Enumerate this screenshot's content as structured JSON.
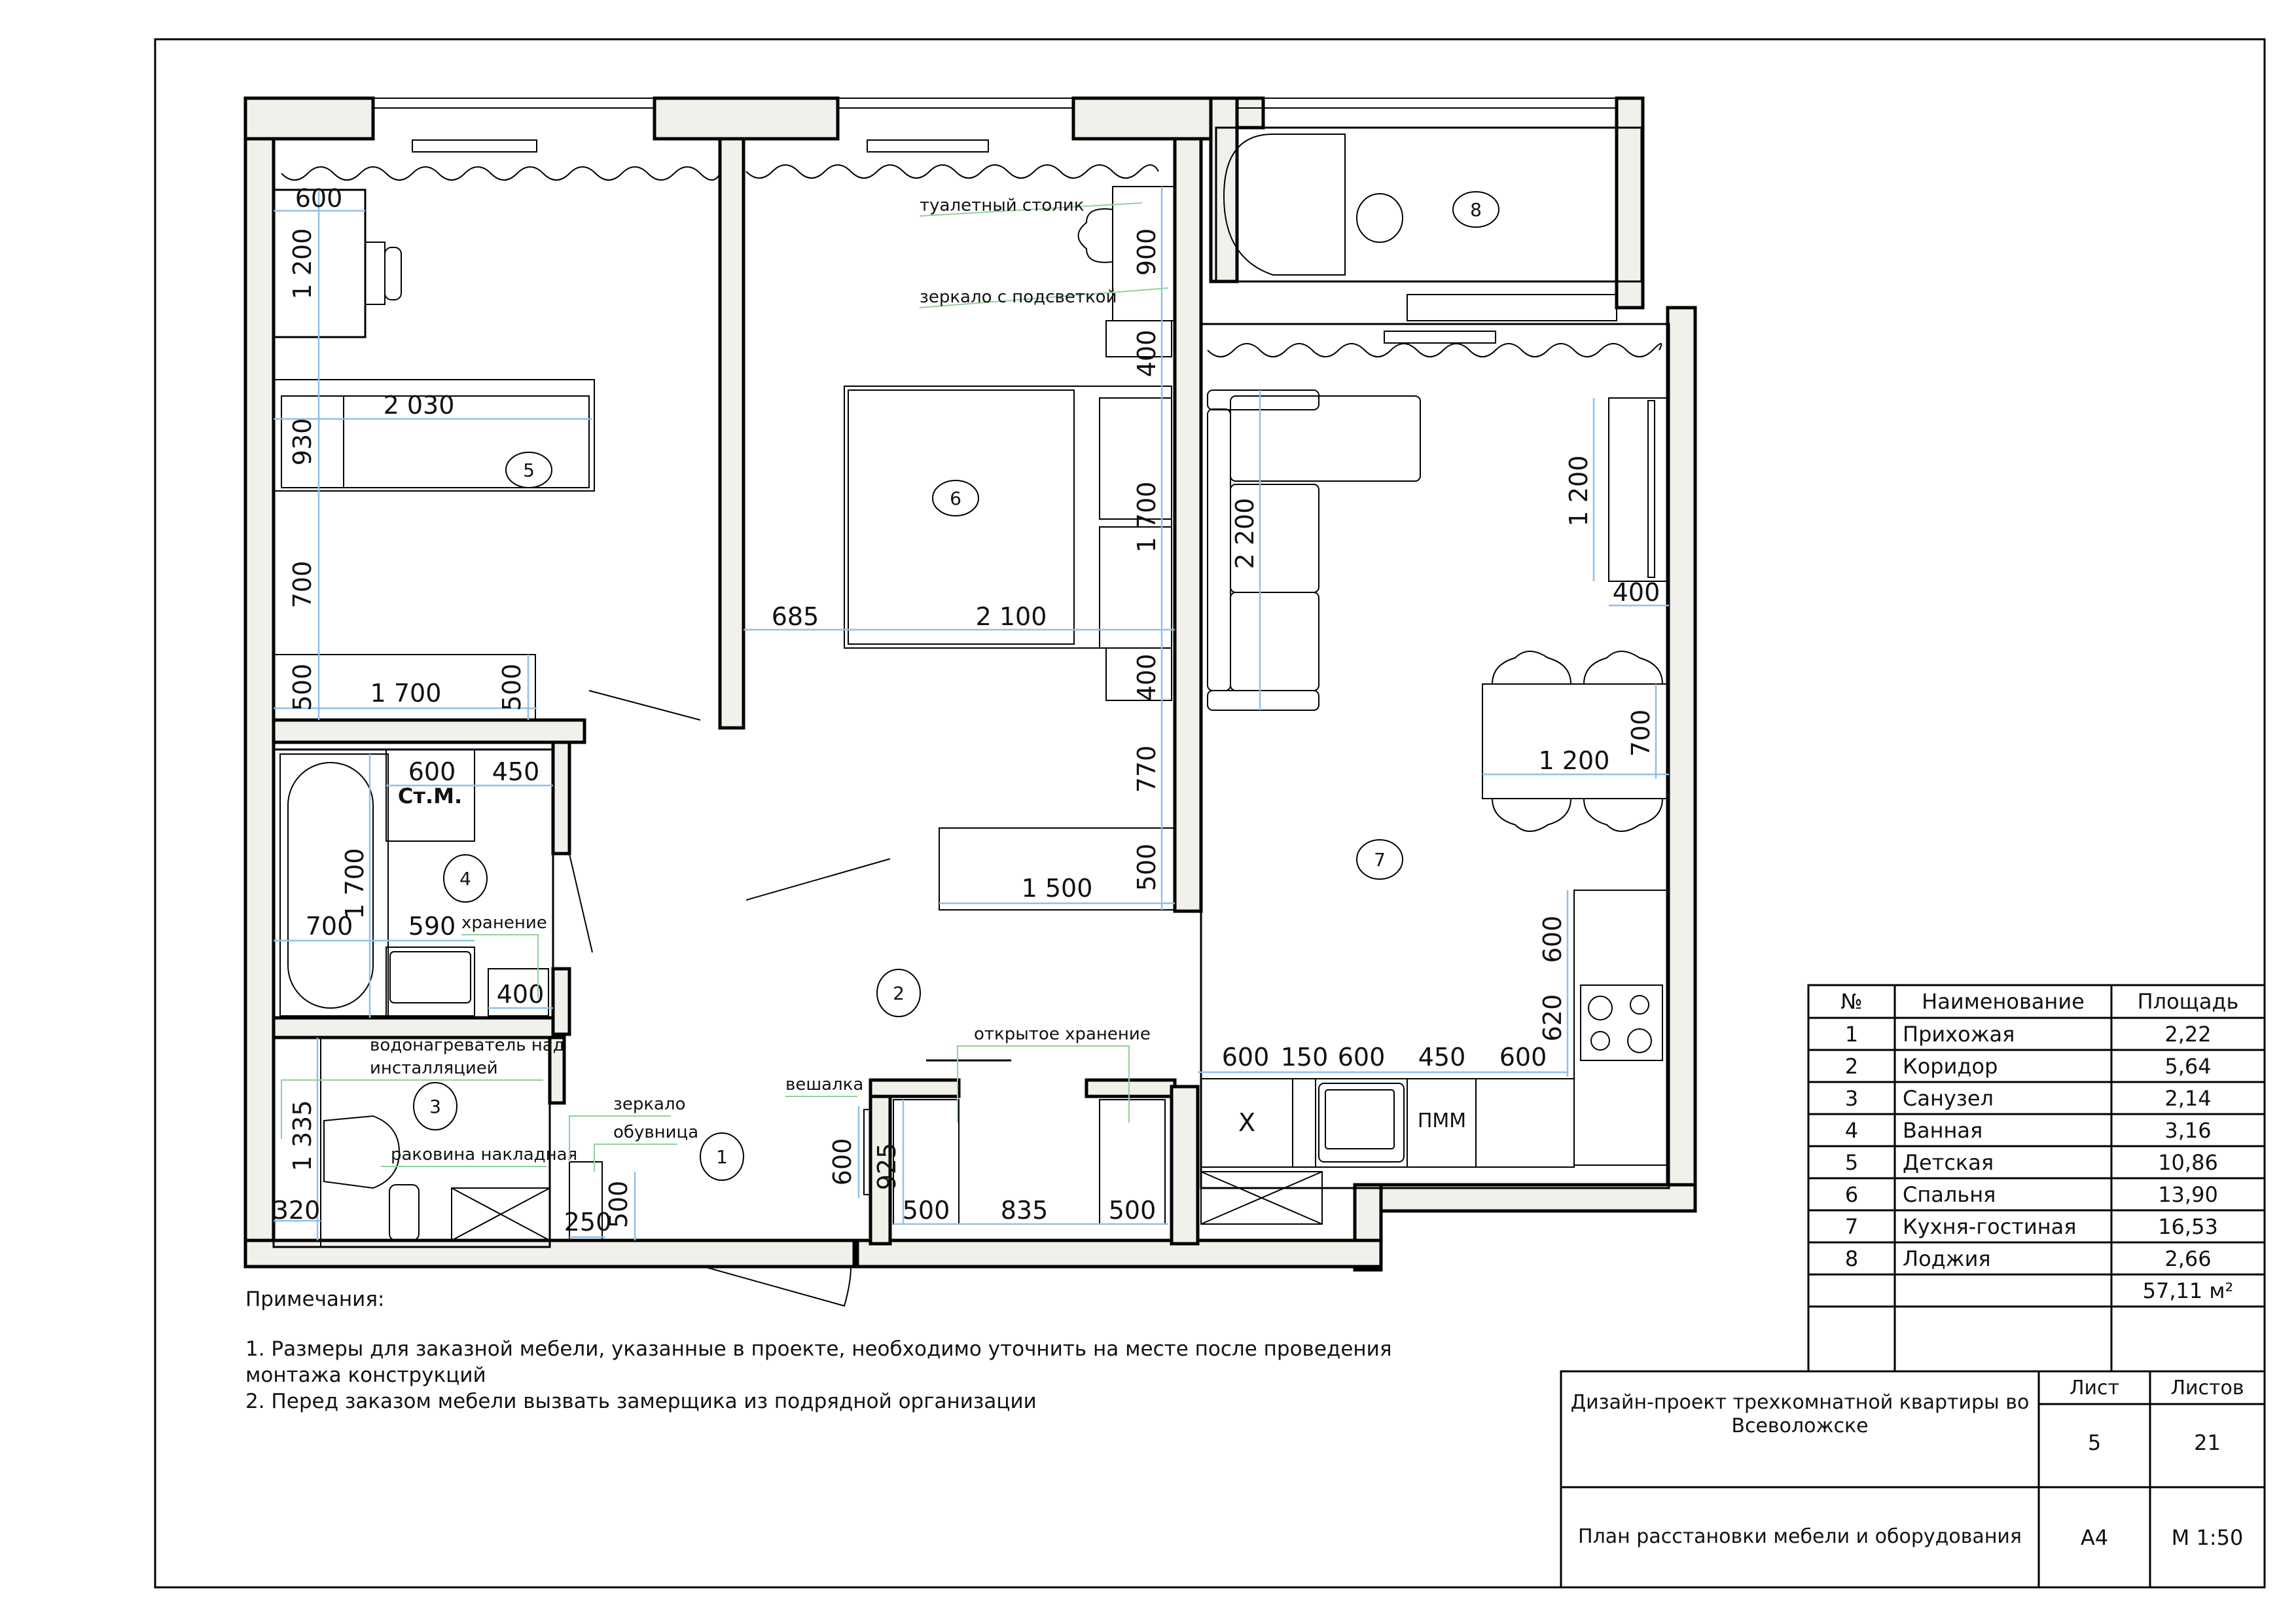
{
  "rooms": [
    {
      "no": "1",
      "name": "Прихожая",
      "area": "2,22"
    },
    {
      "no": "2",
      "name": "Коридор",
      "area": "5,64"
    },
    {
      "no": "3",
      "name": "Санузел",
      "area": "2,14"
    },
    {
      "no": "4",
      "name": "Ванная",
      "area": "3,16"
    },
    {
      "no": "5",
      "name": "Детская",
      "area": "10,86"
    },
    {
      "no": "6",
      "name": "Спальня",
      "area": "13,90"
    },
    {
      "no": "7",
      "name": "Кухня-гостиная",
      "area": "16,53"
    },
    {
      "no": "8",
      "name": "Лоджия",
      "area": "2,66"
    }
  ],
  "table": {
    "col_no": "№",
    "col_name": "Наименование",
    "col_area": "Площадь",
    "total": "57,11 м²"
  },
  "title_block": {
    "project": "Дизайн-проект трехкомнатной квартиры во Всеволожске",
    "project_line1": "Дизайн-проект трехкомнатной квартиры во",
    "project_line2": "Всеволожске",
    "sheet_label": "Лист",
    "sheets_label": "Листов",
    "sheet": "5",
    "sheets": "21",
    "drawing": "План расстановки мебели и оборудования",
    "format": "А4",
    "scale": "М 1:50"
  },
  "notes": {
    "title": "Примечания:",
    "items": [
      "1. Размеры для заказной мебели, указанные в проекте, необходимо уточнить на месте после проведения монтажа конструкций",
      "2. Перед заказом мебели вызвать замерщика из подрядной организации"
    ]
  },
  "labels": {
    "dressing_table": "туалетный столик",
    "lit_mirror": "зеркало с подсветкой",
    "storage": "хранение",
    "washing_machine": "Ст.М.",
    "water_heater_1": "водонагреватель над",
    "water_heater_2": "инсталляцией",
    "overlay_sink": "раковина накладная",
    "mirror": "зеркало",
    "shoe_rack": "обувница",
    "hanger": "вешалка",
    "open_storage": "открытое хранение",
    "fridge": "Х",
    "dishwasher": "ПММ"
  },
  "dimensions": {
    "kids_desk_w": "600",
    "kids_desk_h": "1 200",
    "kids_bed_l": "2 030",
    "kids_bed_w": "930",
    "kids_gap": "700",
    "kids_ward_d1": "500",
    "kids_ward_w": "1 700",
    "kids_ward_d2": "500",
    "bed_offset": "685",
    "bed_l": "2 100",
    "bed_w": "1 700",
    "vanity": "900",
    "nightstand1": "400",
    "nightstand2": "400",
    "bedroom_gap": "770",
    "bedroom_ward_d": "500",
    "bedroom_ward_w": "1 500",
    "bath_w": "700",
    "bath_l": "1 700",
    "wm_w": "600",
    "bath_450": "450",
    "sink_590": "590",
    "storage_400": "400",
    "wc_1335": "1 335",
    "wc_320": "320",
    "shoe_250": "250",
    "shoe_500": "500",
    "hanger_600": "600",
    "closet_925": "925",
    "closet_500a": "500",
    "closet_835": "835",
    "closet_500b": "500",
    "sofa_2200": "2 200",
    "tv_1200": "1 200",
    "tv_400": "400",
    "dining_700": "700",
    "dining_1200": "1 200",
    "k_600a": "600",
    "k_150": "150",
    "k_600b": "600",
    "k_450": "450",
    "k_600c": "600",
    "k_v600": "600",
    "k_v620": "620"
  }
}
